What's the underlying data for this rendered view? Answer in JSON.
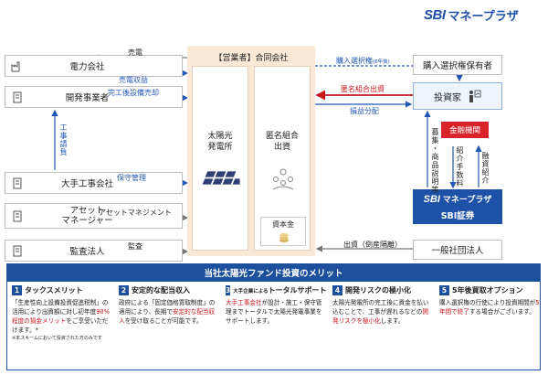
{
  "logo": {
    "sbi": "SBI",
    "name": "マネープラザ"
  },
  "left_entities": [
    {
      "label": "電力会社"
    },
    {
      "label": "開発事業者"
    },
    {
      "label": "大手工事会社"
    },
    {
      "label": "アセット\nマネージャー"
    },
    {
      "label": "監査法人"
    }
  ],
  "center": {
    "title": "【営業者】合同会社",
    "solar_label": "太陽光\n発電所",
    "fund_label": "匿名組合\n出資",
    "capital_label": "資本金"
  },
  "right": {
    "option_holder": "購入選択権保有者",
    "investor": "投資家",
    "financial_institution": "金融機関",
    "sbi_brand": "SBI",
    "sbi_brand_name": "マネープラザ",
    "sbi_securities": "SBI証券",
    "general_association": "一般社団法人"
  },
  "flows": {
    "sell_power": "売電",
    "power_revenue": "売電収益",
    "completed_sale": "完工後設備売却",
    "construction_request": "工事請負",
    "maintenance": "保守管理",
    "asset_management": "アセットマネジメント",
    "audit": "監査",
    "purchase_option": "購入選択権",
    "purchase_option_years": "(6年後)",
    "anonymous_investment": "匿名組合出資",
    "profit_distribution": "損益分配",
    "solicitation": "募集・商品説明等",
    "referral_fee": "紹介手数料",
    "financing_referral": "融資紹介",
    "contribution": "出資（倒産隔離）"
  },
  "merits": {
    "banner": "当社太陽光ファンド投資のメリット",
    "items": [
      {
        "num": "1",
        "title": "タックスメリット",
        "body_a": "「生産性向上設備投資促進税制」の活用により出資額に対し初年度",
        "highlight": "90%程度の損金メリット",
        "body_b": "をご享受いただけます。*",
        "note": "※本スキームにおいて投資された方のみです"
      },
      {
        "num": "2",
        "title": "安定的な配当収入",
        "body_a": "政府による「固定価格買取制度」の適用により、長期で",
        "highlight": "安定的な配当収入",
        "body_b": "を受け取ることが可能です。",
        "note": ""
      },
      {
        "num": "3",
        "pre": "大手企業による",
        "title": "トータルサポート",
        "body_a": "",
        "highlight": "大手工事会社",
        "body_b": "が設計・施工・保守管理までトータルで太陽光発電事業をサポートします。",
        "note": ""
      },
      {
        "num": "4",
        "title": "開発リスクの極小化",
        "body_a": "太陽光発電所の完工後に資金を払い込むことで、工事が遅れるなどの",
        "highlight": "開発リスクを極小化",
        "body_b": "します。",
        "note": ""
      },
      {
        "num": "5",
        "title": "5年後買取オプション",
        "body_a": "購入選択権の行使により投資期間が",
        "highlight": "5年間で終了",
        "body_b": "する場合がございます。",
        "note": ""
      }
    ]
  },
  "colors": {
    "accent_blue": "#1c4f9c",
    "flow_blue": "#2357b5",
    "highlight_red": "#c8161d",
    "center_bg": "#fbe9d8"
  }
}
